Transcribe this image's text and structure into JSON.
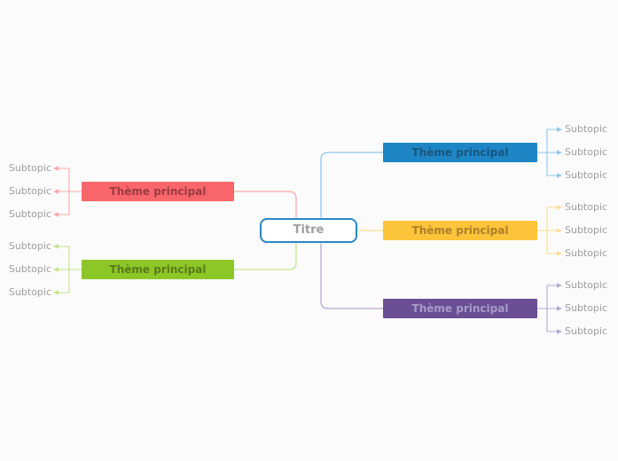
{
  "canvas": {
    "background": "#fbfbfb"
  },
  "root": {
    "label": "Titre",
    "border_color": "#2b87c6",
    "background": "#ffffff",
    "text_color": "#9e9e9e"
  },
  "subtopic_label_color": "#9e9e9e",
  "branches": [
    {
      "label": "Thème principal",
      "side": "left",
      "bg": "#f8666c",
      "text_color": "#9a3b40",
      "line_color": "#fba8ab",
      "subtopics": [
        "Subtopic",
        "Subtopic",
        "Subtopic"
      ]
    },
    {
      "label": "Thème principal",
      "side": "left",
      "bg": "#8cc727",
      "text_color": "#5a7a1a",
      "line_color": "#c5e28a",
      "subtopics": [
        "Subtopic",
        "Subtopic",
        "Subtopic"
      ]
    },
    {
      "label": "Thème principal",
      "side": "right",
      "bg": "#1f86c6",
      "text_color": "#18567e",
      "line_color": "#90c6ea",
      "subtopics": [
        "Subtopic",
        "Subtopic",
        "Subtopic"
      ]
    },
    {
      "label": "Thème principal",
      "side": "right",
      "bg": "#fcc43a",
      "text_color": "#ad7f2a",
      "line_color": "#fcdd92",
      "subtopics": [
        "Subtopic",
        "Subtopic",
        "Subtopic"
      ]
    },
    {
      "label": "Thème principal",
      "side": "right",
      "bg": "#6a4f94",
      "text_color": "#a79bc8",
      "line_color": "#b5a8d1",
      "subtopics": [
        "Subtopic",
        "Subtopic",
        "Subtopic"
      ]
    }
  ]
}
